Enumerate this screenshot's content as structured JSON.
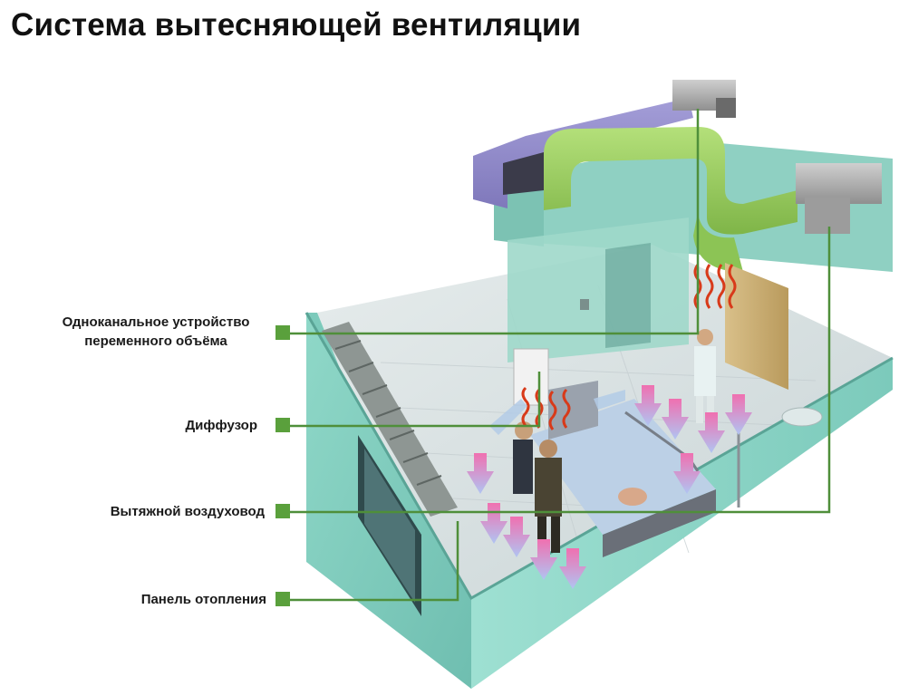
{
  "title": "Система вытесняющей вентиляции",
  "callouts": [
    {
      "id": "vav-unit",
      "lines": [
        "Одноканальное устройство",
        "переменного объёма"
      ]
    },
    {
      "id": "diffuser",
      "lines": [
        "Диффузор"
      ]
    },
    {
      "id": "exhaust-duct",
      "lines": [
        "Вытяжной воздуховод"
      ]
    },
    {
      "id": "heating-panel",
      "lines": [
        "Панель отопления"
      ]
    }
  ],
  "colors": {
    "wall": "#8fd3c4",
    "floor": "#d9e2e2",
    "supply_duct": "#9acd5a",
    "exhaust_duct_top": "#9088c8",
    "callout_line": "#4f8f3a",
    "callout_marker": "#5aa03c",
    "warm_arrow": "#d83a1a",
    "cool_arrow": "#b8c8f0"
  }
}
